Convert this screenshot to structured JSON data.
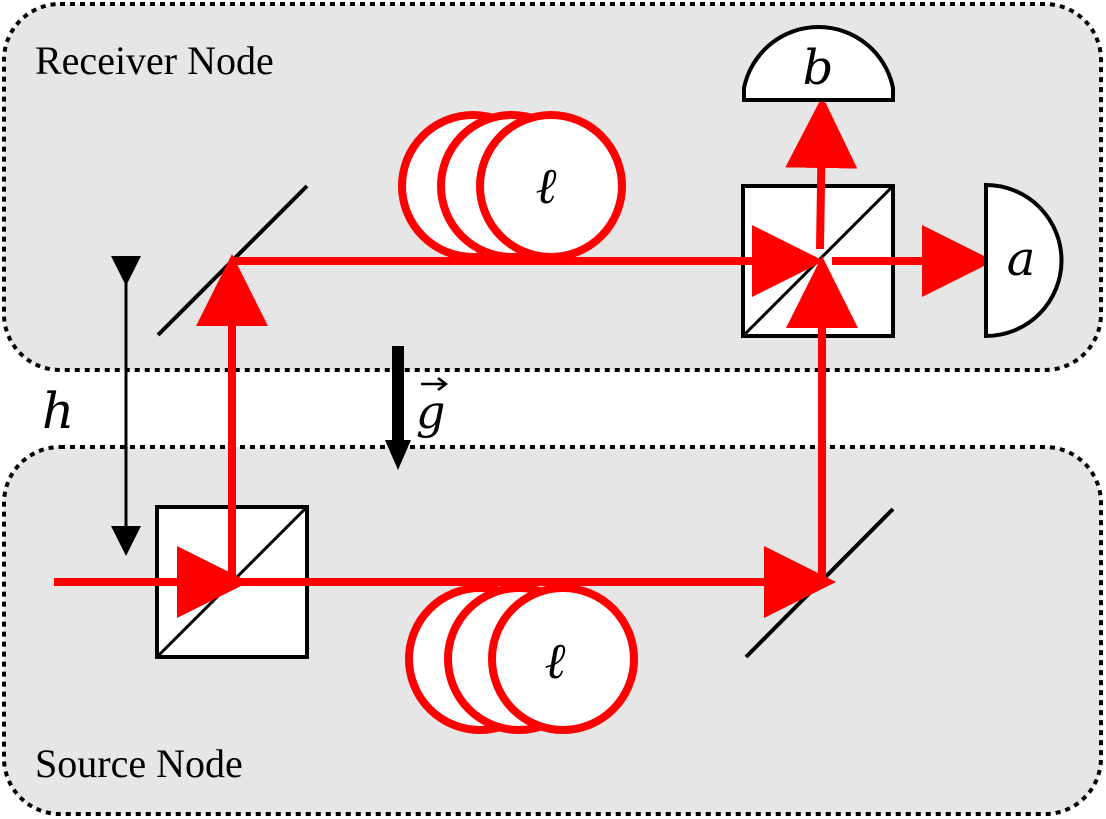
{
  "nodes": {
    "receiver_label": "Receiver Node",
    "source_label": "Source Node"
  },
  "labels": {
    "height": "h",
    "gravity": "g",
    "fiber_top": "ℓ",
    "fiber_bottom": "ℓ",
    "detector_a": "a",
    "detector_b": "b"
  },
  "colors": {
    "beam": "#ff0000",
    "node_fill": "#e6e6e6",
    "outline": "#000000"
  },
  "icons": {
    "gravity_arrow": "down-arrow",
    "height_marker": "double-headed-arrow"
  }
}
